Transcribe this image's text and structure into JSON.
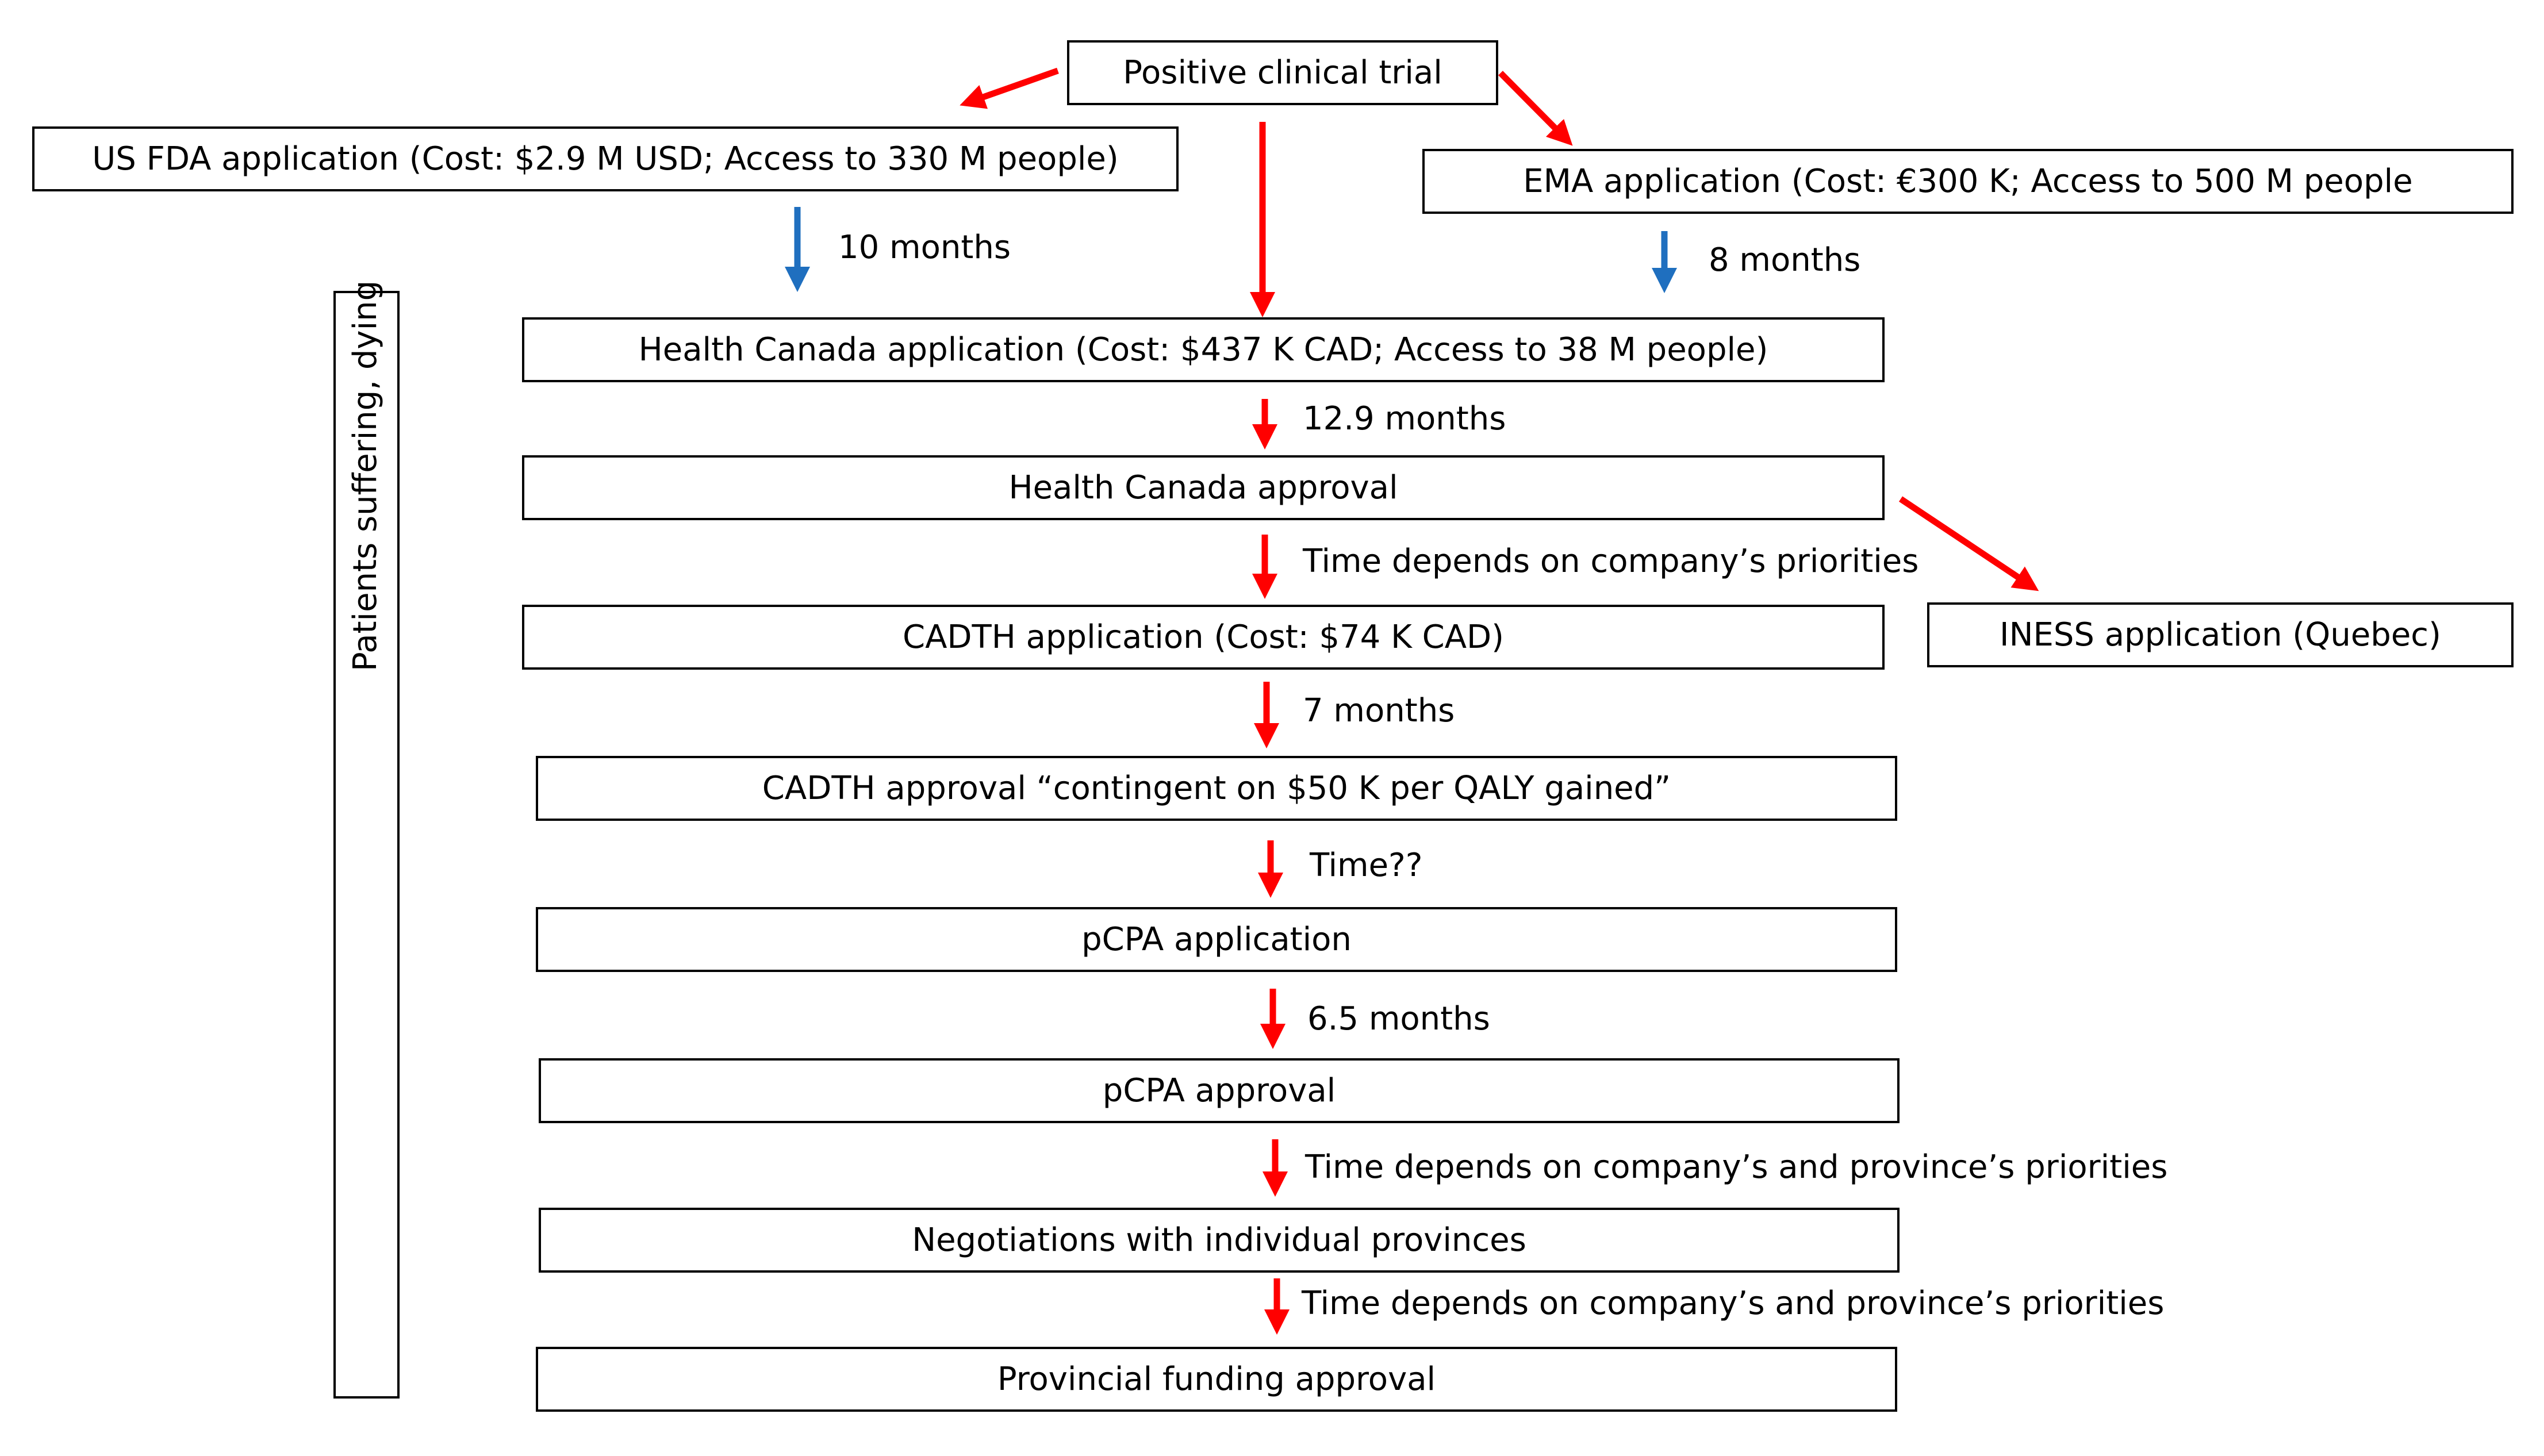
{
  "colors": {
    "arrow_main": "#ff0000",
    "arrow_delay": "#1f6fbf",
    "box_border": "#000000"
  },
  "nodes": {
    "positive_trial": "Positive clinical trial",
    "us_fda": "US FDA application (Cost: $2.9 M USD; Access to 330 M people)",
    "ema": "EMA application (Cost: €300 K; Access to 500 M people",
    "health_canada_application": "Health Canada application (Cost: $437 K CAD; Access to 38 M people)",
    "health_canada_approval": "Health Canada approval",
    "cadth_application": "CADTH application (Cost: $74 K CAD)",
    "iness_application": "INESS application (Quebec)",
    "cadth_approval": "CADTH approval “contingent on $50 K per QALY gained”",
    "pcpa_application": "pCPA application",
    "pcpa_approval": "pCPA approval",
    "negotiations": "Negotiations with individual provinces",
    "provincial_funding": "Provincial funding approval"
  },
  "timings": {
    "fda_delay": "10 months",
    "ema_delay": "8 months",
    "hc_review": "12.9 months",
    "company_priorities": "Time depends on company’s priorities",
    "cadth_review": "7 months",
    "cadth_to_pcpa": "Time??",
    "pcpa_review": "6.5 months",
    "company_province_priorities_1": "Time depends on company’s and province’s priorities",
    "company_province_priorities_2": "Time depends on company’s and province’s priorities"
  },
  "side_panel": {
    "label": "Patients suffering, dying"
  }
}
